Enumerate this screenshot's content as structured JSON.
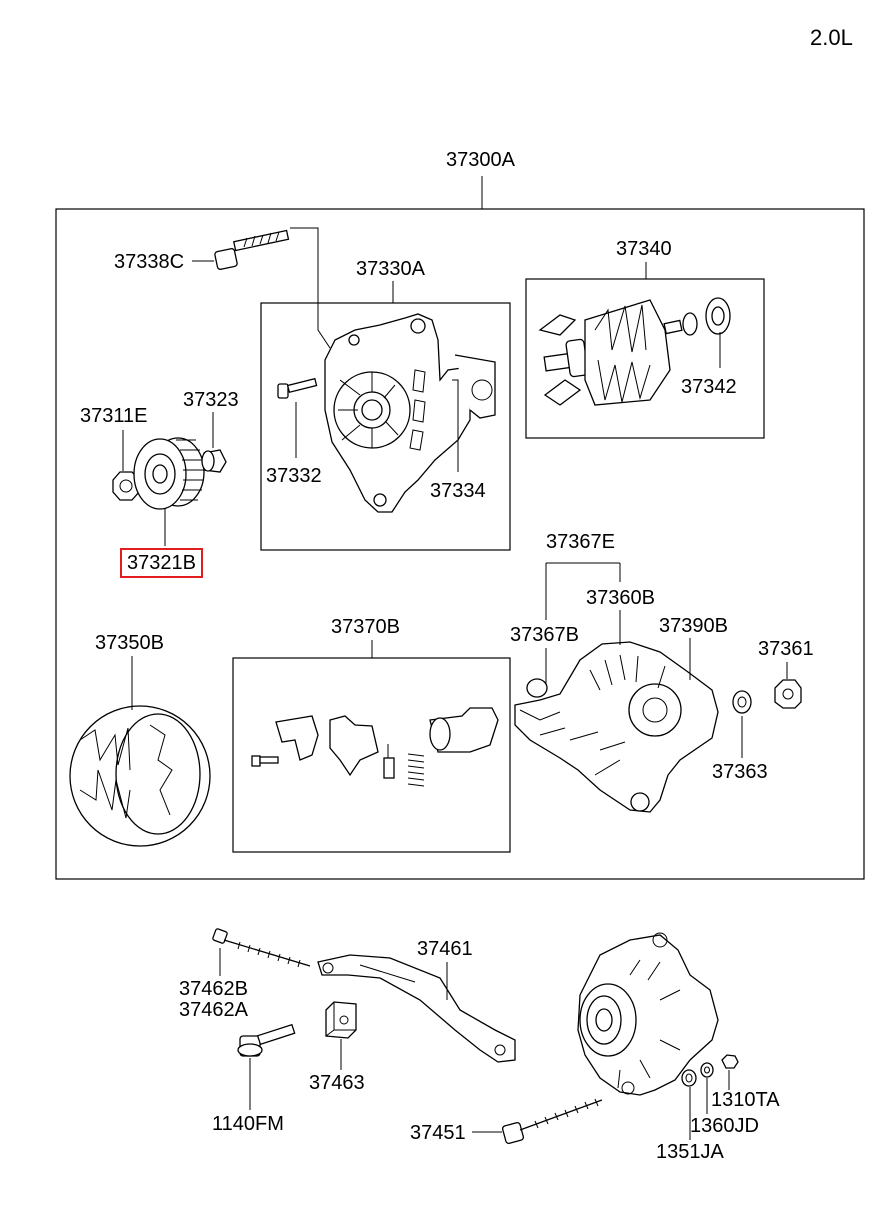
{
  "engine_label": "2.0L",
  "assembly_label": "37300A",
  "highlight_color": "#e11d1d",
  "highlighted_part": "37321B",
  "parts": [
    {
      "id": "37338C"
    },
    {
      "id": "37330A"
    },
    {
      "id": "37340"
    },
    {
      "id": "37342"
    },
    {
      "id": "37311E"
    },
    {
      "id": "37323"
    },
    {
      "id": "37332"
    },
    {
      "id": "37334"
    },
    {
      "id": "37321B"
    },
    {
      "id": "37367E"
    },
    {
      "id": "37360B"
    },
    {
      "id": "37350B"
    },
    {
      "id": "37370B"
    },
    {
      "id": "37367B"
    },
    {
      "id": "37390B"
    },
    {
      "id": "37361"
    },
    {
      "id": "37363"
    },
    {
      "id": "37461"
    },
    {
      "id": "37462B"
    },
    {
      "id": "37462A"
    },
    {
      "id": "37463"
    },
    {
      "id": "1140FM"
    },
    {
      "id": "37451"
    },
    {
      "id": "1310TA"
    },
    {
      "id": "1360JD"
    },
    {
      "id": "1351JA"
    }
  ]
}
